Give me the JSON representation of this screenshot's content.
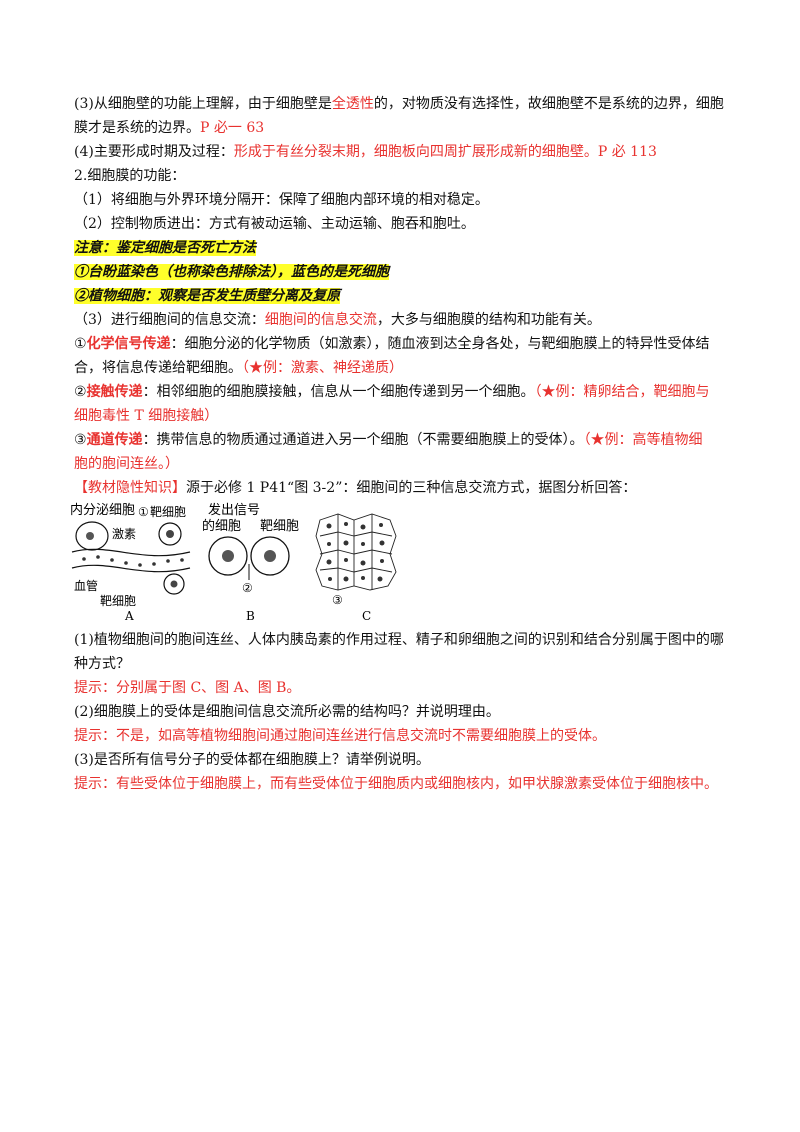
{
  "lines": {
    "l1a": "(3)从细胞壁的功能上理解，由于细胞壁是",
    "l1b": "全透性",
    "l1c": "的，对物质没有选择性，故细胞壁不是系统的边界，细胞",
    "l2a": "膜才是系统的边界。",
    "l2b": "P 必一 63",
    "l3a": "(4)主要形成时期及过程：",
    "l3b": "形成于有丝分裂末期，细胞板向四周扩展形成新的细胞壁。P 必 113",
    "l4": "2.细胞膜的功能：",
    "l5": "（1）将细胞与外界环境分隔开：保障了细胞内部环境的相对稳定。",
    "l6": "（2）控制物质进出：方式有被动运输、主动运输、胞吞和胞吐。",
    "l7": "注意：鉴定细胞是否死亡方法",
    "l8": "①台盼蓝染色（也称染色排除法），蓝色的是死细胞",
    "l9": "②植物细胞：观察是否发生质壁分离及复原",
    "l10a": "（3）进行细胞间的信息交流：",
    "l10b": "细胞间的信息交流",
    "l10c": "，大多与细胞膜的结构和功能有关。",
    "l11a": "①",
    "l11b": "化学信号传递",
    "l11c": "：细胞分泌的化学物质（如激素），随血液到达全身各处，与靶细胞膜上的特异性受体结",
    "l12a": "合，将信息传递给靶细胞。",
    "l12b": "（★例：激素、神经递质）",
    "l13a": "②",
    "l13b": "接触传递",
    "l13c": "：相邻细胞的细胞膜接触，信息从一个细胞传递到另一个细胞。",
    "l13d": "（★例：精卵结合，靶细胞与",
    "l14": "细胞毒性 T 细胞接触）",
    "l15a": "③",
    "l15b": "通道传递",
    "l15c": "：携带信息的物质通过通道进入另一个细胞（不需要细胞膜上的受体）。",
    "l15d": "（★例：高等植物细",
    "l16": "胞的胞间连丝。）",
    "l17a": "【教材隐性知识】",
    "l17b": "源于必修 1  P41“图 3-2”：细胞间的三种信息交流方式，据图分析回答：",
    "q1a": "(1)植物细胞间的胞间连丝、人体内胰岛素的作用过程、精子和卵细胞之间的识别和结合分别属于图中的哪",
    "q1b": "种方式？",
    "a1": "提示：分别属于图 C、图 A、图 B。",
    "q2": "(2)细胞膜上的受体是细胞间信息交流所必需的结构吗？并说明理由。",
    "a2": "提示：不是，如高等植物细胞间通过胞间连丝进行信息交流时不需要细胞膜上的受体。",
    "q3": "(3)是否所有信号分子的受体都在细胞膜上？请举例说明。",
    "a3": "提示：有些受体位于细胞膜上，而有些受体位于细胞质内或细胞核内，如甲状腺激素受体位于细胞核中。"
  },
  "figure": {
    "a_title": "内分泌细胞",
    "a_circle": "①",
    "a_target1": "靶细胞",
    "a_hormone": "激素",
    "a_vessel": "血管",
    "a_target2": "靶细胞",
    "b_title1": "发出信号",
    "b_title2": "的细胞",
    "b_target": "靶细胞",
    "b_circle": "②",
    "c_circle": "③",
    "label_a": "A",
    "label_b": "B",
    "label_c": "C"
  }
}
